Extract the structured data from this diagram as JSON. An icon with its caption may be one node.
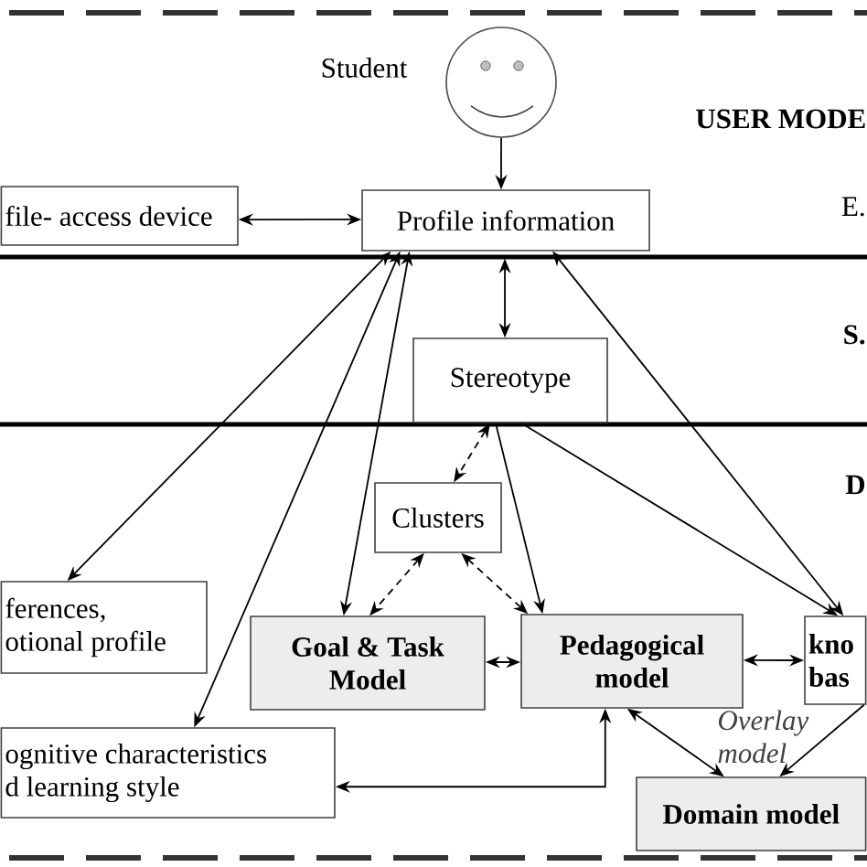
{
  "diagram": {
    "nodes": [
      {
        "text": [],
        "shape": "person",
        "beside": [
          "Student"
        ]
      },
      {
        "text": [
          "file- access device"
        ]
      },
      {
        "text": [
          "Profile information"
        ]
      },
      {
        "text": [
          "Stereotype"
        ]
      },
      {
        "text": [
          "Clusters"
        ]
      },
      {
        "text": [
          "ferences, otional profile"
        ]
      },
      {
        "text": [
          "Goal & Task Model"
        ]
      },
      {
        "text": [
          "Pedagogical model"
        ]
      },
      {
        "text": [
          "kno bas"
        ]
      },
      {
        "text": [
          "ognitive characteristics d learning style"
        ]
      },
      {
        "text": [
          "Domain model"
        ]
      }
    ],
    "edges": [
      {
        "from": 0,
        "to": 2,
        "arrow": "to"
      },
      {
        "from": 1,
        "to": 2,
        "arrow": "both"
      },
      {
        "from": 2,
        "to": 3,
        "arrow": "both"
      },
      {
        "from": 2,
        "to": 5,
        "arrow": "both"
      },
      {
        "from": 2,
        "to": 9,
        "arrow": "both"
      },
      {
        "from": 2,
        "to": 6,
        "arrow": "both"
      },
      {
        "from": 2,
        "to": 8,
        "arrow": "both"
      },
      {
        "from": 3,
        "to": 4,
        "arrow": "both",
        "style": "dashed"
      },
      {
        "from": 3,
        "to": 7,
        "arrow": "to"
      },
      {
        "from": 3,
        "to": 8,
        "arrow": "to"
      },
      {
        "from": 4,
        "to": 6,
        "arrow": "both",
        "style": "dashed"
      },
      {
        "from": 4,
        "to": 7,
        "arrow": "both",
        "style": "dashed"
      },
      {
        "from": 6,
        "to": 7,
        "arrow": "both"
      },
      {
        "from": 7,
        "to": 8,
        "arrow": "both"
      },
      {
        "from": 7,
        "to": 10,
        "arrow": "both"
      },
      {
        "from": 8,
        "to": 10,
        "arrow": "to"
      },
      {
        "from": 9,
        "to": 7,
        "arrow": "both"
      }
    ],
    "labels": [
      "USER MODE",
      "E.",
      "S.",
      "D",
      "Overlay model"
    ]
  }
}
